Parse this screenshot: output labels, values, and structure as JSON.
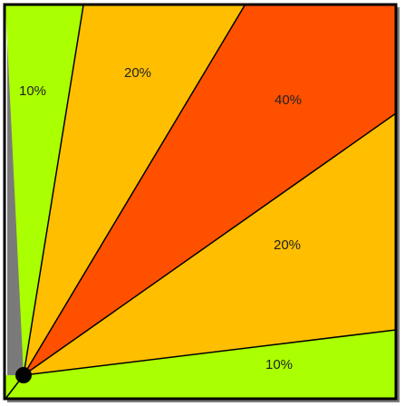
{
  "diagram": {
    "type": "sector-fan",
    "sectors": [
      {
        "label": "10%",
        "fraction": 0.1,
        "color": "#aaff00"
      },
      {
        "label": "20%",
        "fraction": 0.2,
        "color": "#ffbf00"
      },
      {
        "label": "40%",
        "fraction": 0.4,
        "color": "#ff5000"
      },
      {
        "label": "20%",
        "fraction": 0.2,
        "color": "#ffbf00"
      },
      {
        "label": "10%",
        "fraction": 0.1,
        "color": "#aaff00"
      }
    ],
    "border_color": "#000000",
    "origin_marker": "black-dot"
  }
}
